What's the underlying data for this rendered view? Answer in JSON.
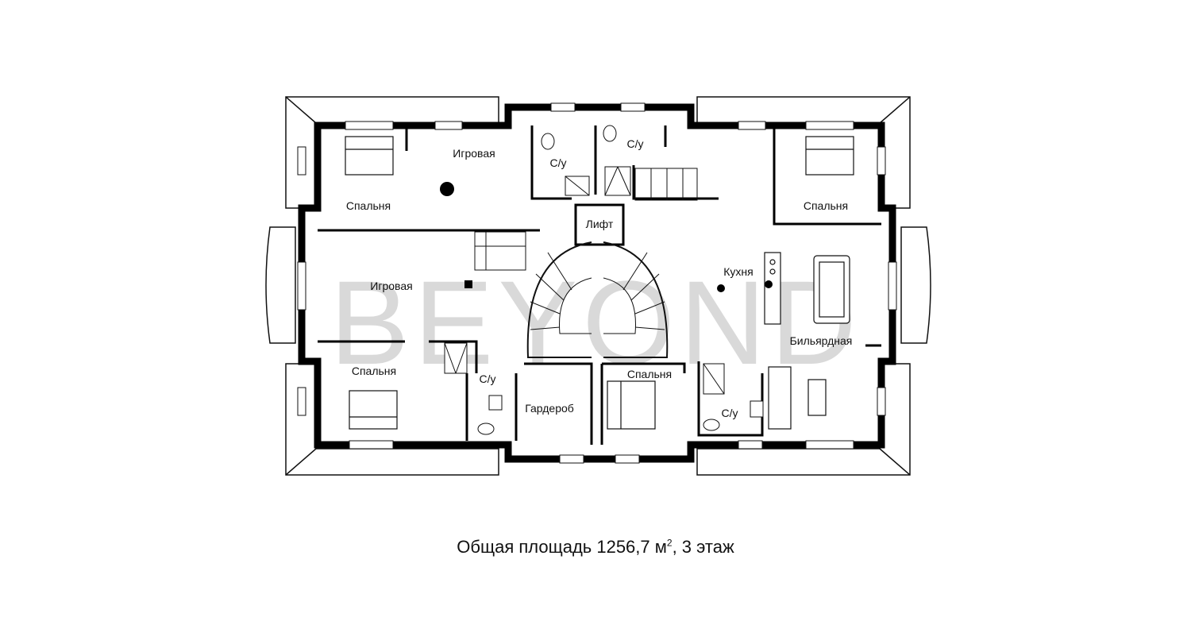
{
  "watermark": "BEYOND",
  "rooms": {
    "bedroom_nw": "Спальня",
    "playroom_top": "Игровая",
    "wc_top_left": "С/у",
    "wc_top_right": "С/у",
    "bedroom_ne": "Спальня",
    "lift": "Лифт",
    "playroom_main": "Игровая",
    "kitchen": "Кухня",
    "billiard": "Бильярдная",
    "bedroom_sw": "Спальня",
    "wc_bottom_left": "С/у",
    "wardrobe": "Гардероб",
    "bedroom_south": "Спальня",
    "wc_bottom_right": "С/у"
  },
  "caption": {
    "text": "Общая площадь 1256,7 м",
    "unit_exponent": "2",
    "suffix": ", 3 этаж"
  }
}
